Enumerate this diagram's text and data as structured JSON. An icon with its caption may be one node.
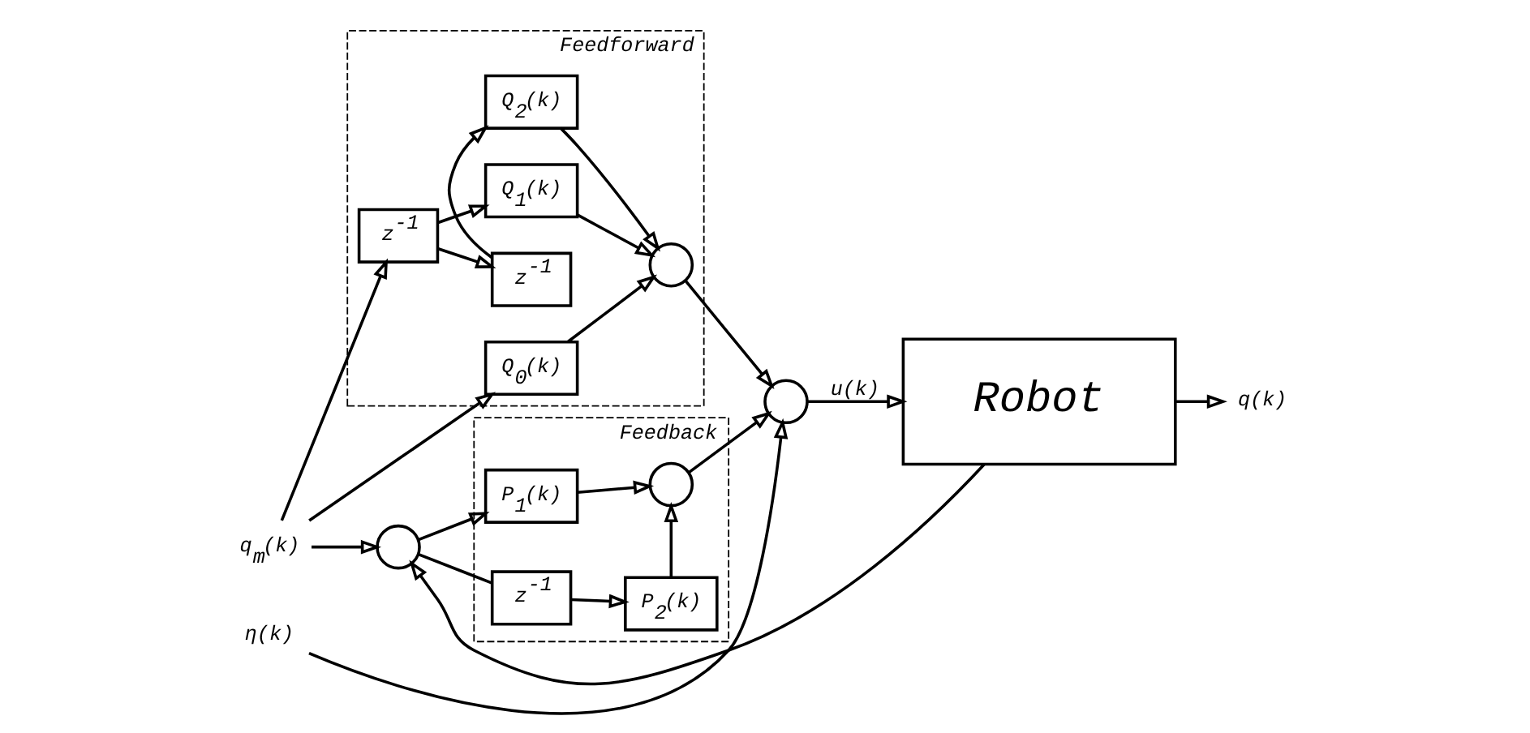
{
  "diagram": {
    "nodes": [
      {
        "text": [
          "Feedforward"
        ]
      },
      {
        "text": [
          "Q$_{2}$(k)"
        ],
        "in": 0
      },
      {
        "text": [
          "z$^{-1}$"
        ],
        "in": 0
      },
      {
        "text": [
          "Q$_{1}$(k)"
        ],
        "in": 0
      },
      {
        "text": [
          "z$^{-1}$"
        ],
        "in": 0
      },
      {
        "text": [
          "Q$_{0}$(k)"
        ],
        "in": 0
      },
      {
        "text": [],
        "shape": "circle",
        "in": 0
      },
      {
        "text": [
          "q$_{m}$(k)"
        ]
      },
      {
        "text": [],
        "shape": "circle"
      },
      {
        "text": [
          "Feedback"
        ]
      },
      {
        "text": [
          "P$_{1}$(k)"
        ],
        "in": 9
      },
      {
        "text": [
          "z$^{-1}$"
        ],
        "in": 9
      },
      {
        "text": [],
        "shape": "circle",
        "in": 9
      },
      {
        "text": [
          "P$_{2}$(k)"
        ],
        "in": 9
      },
      {
        "text": [],
        "shape": "circle"
      },
      {
        "text": [
          "Robot"
        ]
      },
      {
        "text": [
          "q(k)"
        ]
      },
      {
        "text": [
          "η(k)"
        ]
      }
    ],
    "edges": [
      {
        "from": 7,
        "to": 4,
        "arrow": "to"
      },
      {
        "from": 7,
        "to": 5,
        "arrow": "to"
      },
      {
        "from": 7,
        "to": 8,
        "arrow": "to"
      },
      {
        "from": 4,
        "to": 2,
        "arrow": "to"
      },
      {
        "from": 4,
        "to": 3,
        "arrow": "to"
      },
      {
        "from": 2,
        "to": 1,
        "arrow": "to"
      },
      {
        "from": 1,
        "to": 6,
        "arrow": "to"
      },
      {
        "from": 3,
        "to": 6,
        "arrow": "to"
      },
      {
        "from": 5,
        "to": 6,
        "arrow": "to"
      },
      {
        "from": 6,
        "to": 14,
        "arrow": "to"
      },
      {
        "from": 8,
        "to": 10,
        "arrow": "to"
      },
      {
        "from": 8,
        "to": 11,
        "arrow": "none"
      },
      {
        "from": 11,
        "to": 13,
        "arrow": "to"
      },
      {
        "from": 10,
        "to": 12,
        "arrow": "to"
      },
      {
        "from": 13,
        "to": 12,
        "arrow": "to"
      },
      {
        "from": 12,
        "to": 14,
        "arrow": "to"
      },
      {
        "from": 17,
        "to": 14,
        "arrow": "to"
      },
      {
        "from": 14,
        "to": 15,
        "arrow": "to",
        "label": "u(k)"
      },
      {
        "from": 15,
        "to": 16,
        "arrow": "to"
      },
      {
        "from": 15,
        "to": 8,
        "arrow": "to"
      }
    ]
  }
}
